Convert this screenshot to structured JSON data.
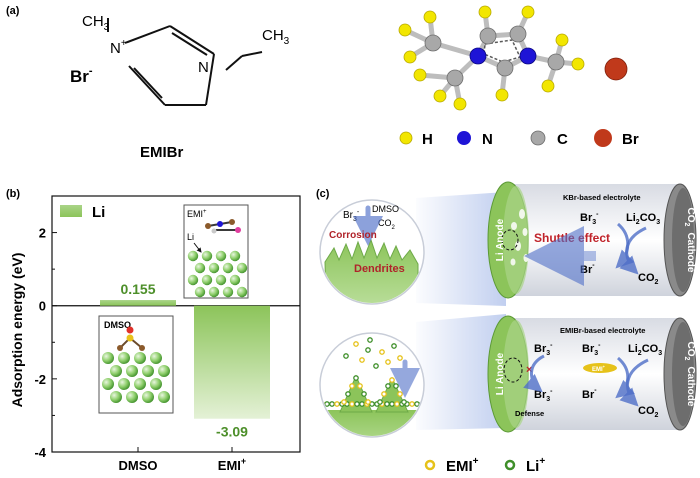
{
  "panel_a": {
    "label": "(a)",
    "ch3_top": "CH",
    "ch3_top_sub": "3",
    "n_plus": "N",
    "n_plus_sup": "+",
    "n_ring": "N",
    "ch3_right": "CH",
    "ch3_right_sub": "3",
    "br": "Br",
    "br_sup": "-",
    "compound": "EMIBr",
    "legend": [
      "H",
      "N",
      "C",
      "Br"
    ],
    "colors": {
      "H": "#f2e600",
      "N": "#1e14d6",
      "C": "#a8a8a8",
      "Br": "#c0391b"
    }
  },
  "panel_b": {
    "label": "(b)",
    "ylabel": "Adsorption energy (eV)",
    "legend": "Li",
    "emi_inset": "EMI",
    "emi_inset_sup": "+",
    "li_inset": "Li",
    "dmso_inset": "DMSO",
    "chart_data": {
      "type": "bar",
      "categories": [
        "DMSO",
        "EMI+"
      ],
      "values": [
        0.155,
        -3.09
      ],
      "value_labels": [
        "0.155",
        "-3.09"
      ],
      "series": [
        {
          "name": "Li",
          "values": [
            0.155,
            -3.09
          ]
        }
      ],
      "ylim": [
        -4,
        3
      ],
      "yticks": [
        "2",
        "0",
        "-2",
        "-4"
      ],
      "ytick_values": [
        2,
        0,
        -2,
        -4
      ],
      "ylabel": "Adsorption energy (eV)",
      "xtick_labels": [
        {
          "text": "DMSO",
          "sup": ""
        },
        {
          "text": "EMI",
          "sup": "+"
        }
      ],
      "bar_color": "#8cc45a",
      "label_color": "#4d8f2a"
    }
  },
  "panel_c": {
    "label": "(c)",
    "top": {
      "electrolyte": "KBr-based electrolyte",
      "anode": "Li Anode",
      "cathode": "CO",
      "cathode_sub": "2",
      "cathode_word": "Cathode",
      "br3": "Br",
      "br3_sub": "3",
      "br3_sup": "-",
      "li2co3": "Li",
      "li2co3_sub": "2",
      "li2co3_tail": "CO",
      "li2co3_tail_sub": "3",
      "br_minus": "Br",
      "br_minus_sup": "-",
      "co2": "CO",
      "co2_sub": "2",
      "shuttle": "Shuttle effect",
      "zoom_br3": "Br",
      "zoom_br3_sub": "3",
      "zoom_br3_sup": "-",
      "zoom_dmso": "DMSO",
      "zoom_co2": "CO",
      "zoom_co2_sub": "2",
      "corrosion": "Corrosion",
      "dendrites": "Dendrites"
    },
    "bottom": {
      "electrolyte": "EMIBr-based electrolyte",
      "anode": "Li Anode",
      "cathode": "CO",
      "cathode_sub": "2",
      "cathode_word": "Cathode",
      "br3_a": "Br",
      "br3_a_sub": "3",
      "br3_a_sup": "-",
      "br3_b": "Br",
      "br3_b_sub": "3",
      "br3_b_sup": "-",
      "br3_c": "Br",
      "br3_c_sub": "3",
      "br3_c_sup": "-",
      "br_minus": "Br",
      "br_minus_sup": "-",
      "li2co3": "Li",
      "li2co3_sub": "2",
      "li2co3_tail": "CO",
      "li2co3_tail_sub": "3",
      "co2": "CO",
      "co2_sub": "2",
      "emi_tag": "EMI",
      "emi_tag_sup": "+",
      "defense": "Defense"
    },
    "legend": [
      {
        "text": "EMI",
        "sup": "+",
        "color": "#e6c21a"
      },
      {
        "text": "Li",
        "sup": "+",
        "color": "#3f8f2a"
      }
    ]
  }
}
